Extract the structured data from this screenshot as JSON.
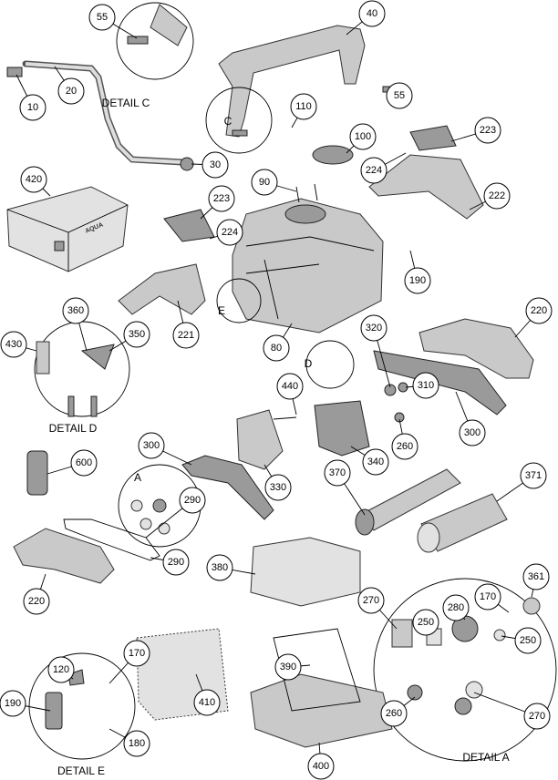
{
  "title": "Exploded parts diagram",
  "callouts": [
    "55",
    "40",
    "10",
    "20",
    "30",
    "110",
    "100",
    "223",
    "224",
    "90",
    "222",
    "420",
    "223",
    "224",
    "55",
    "190",
    "220",
    "221",
    "80",
    "360",
    "430",
    "350",
    "320",
    "310",
    "260",
    "300",
    "340",
    "440",
    "300",
    "330",
    "600",
    "290",
    "290",
    "220",
    "370",
    "371",
    "380",
    "170",
    "361",
    "270",
    "250",
    "280",
    "250",
    "260",
    "270",
    "120",
    "170",
    "190",
    "180",
    "410",
    "390",
    "400"
  ],
  "detail_labels": {
    "c": "DETAIL C",
    "d": "DETAIL D",
    "a": "DETAIL A",
    "e": "DETAIL E"
  },
  "detail_letters": {
    "c": "C",
    "d": "D",
    "a": "A",
    "e": "E"
  },
  "unit_label_text": "AQUA"
}
